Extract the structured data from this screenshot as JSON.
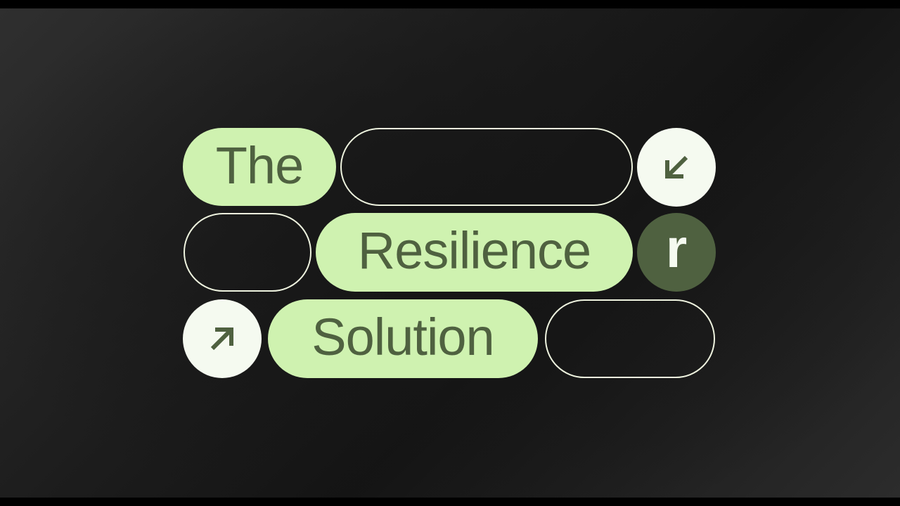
{
  "title": {
    "words": [
      "The",
      "Resilience",
      "Solution"
    ],
    "logo_letter": "r"
  },
  "icons": {
    "top_right": "arrow-down-left-icon",
    "bottom_left": "arrow-up-right-icon"
  },
  "colors": {
    "pill_fill": "#cff2b0",
    "text_green": "#4f6140",
    "circle_light": "#f5faf0",
    "circle_dark": "#4f6140",
    "outline": "#eef3df",
    "background": "#1a1a1a",
    "letterbox": "#000000"
  }
}
